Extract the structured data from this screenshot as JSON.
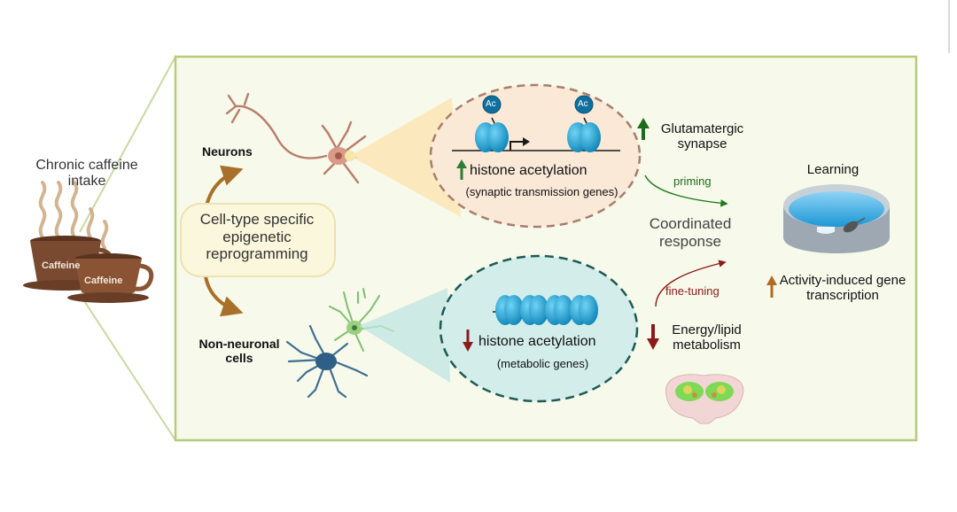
{
  "source": {
    "text": "Chronic caffeine intake",
    "cup_labels": [
      "Caffeine",
      "Caffeine"
    ]
  },
  "cell_types": {
    "neurons": "Neurons",
    "non_neuronal": "Non-neuronal cells",
    "reprogramming": "Cell-type specific epigenetic reprogramming"
  },
  "neuronal_effect": {
    "chromatin_mark": "Ac",
    "direction": "up",
    "label": "histone acetylation",
    "genes": "(synaptic transmission genes)"
  },
  "non_neuronal_effect": {
    "direction": "down",
    "label": "histone acetylation",
    "genes": "(metabolic genes)"
  },
  "outcomes": {
    "glutamatergic": "Glutamatergic synapse",
    "priming": "priming",
    "coordinated": "Coordinated response",
    "fine_tuning": "fine-tuning",
    "energy": "Energy/lipid metabolism",
    "learning": "Learning",
    "activity": "Activity-induced gene transcription"
  },
  "colors": {
    "panel_bg": "#f7f9ea",
    "panel_border": "#b5cc7a",
    "up_arrow": "#2e7d32",
    "down_arrow": "#8b1a1a",
    "neuron_bubble": "#fbe9d8",
    "glia_bubble": "#d3eeea",
    "nucleosome": "#1fa7d6",
    "cup": "#7a4a30",
    "learning_arrow": "#b06b20"
  }
}
